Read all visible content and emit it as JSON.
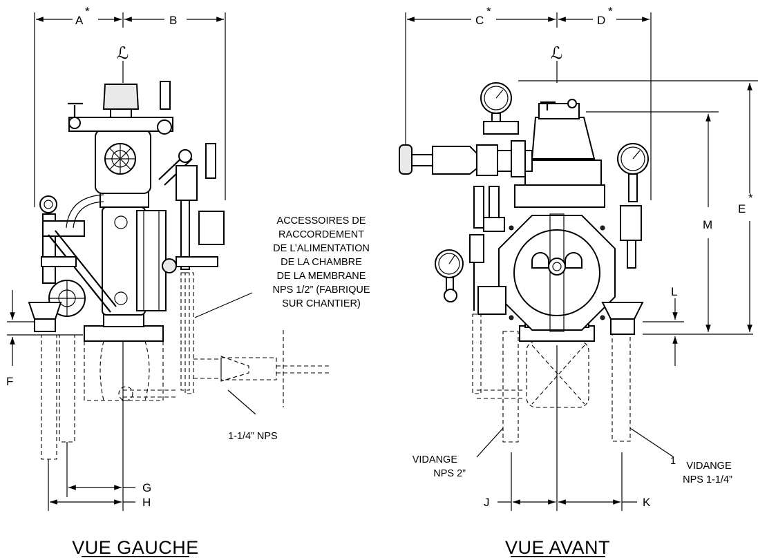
{
  "dimensions": {
    "A": "A",
    "B": "B",
    "C": "C",
    "D": "D",
    "E": "E",
    "F": "F",
    "G": "G",
    "H": "H",
    "J": "J",
    "K": "K",
    "L": "L",
    "M": "M",
    "star": "*"
  },
  "centerline_symbol": "ℒ",
  "callouts": {
    "trim_lines": [
      "ACCESSOIRES DE",
      "RACCORDEMENT",
      "DE L’ALIMENTATION",
      "DE LA CHAMBRE",
      "DE LA MEMBRANE",
      "NPS 1/2” (FABRIQUE",
      "SUR CHANTIER)"
    ],
    "pipe_size": "1-1/4” NPS",
    "drain_left_lines": [
      "VIDANGE",
      "NPS 2”"
    ],
    "drain_right_lines": [
      "VIDANGE",
      "NPS 1-1/4”"
    ],
    "stray_mark": "1"
  },
  "views": {
    "left_title": "VUE GAUCHE",
    "front_title": "VUE AVANT"
  },
  "colors": {
    "line": "#000000",
    "background": "#ffffff"
  }
}
